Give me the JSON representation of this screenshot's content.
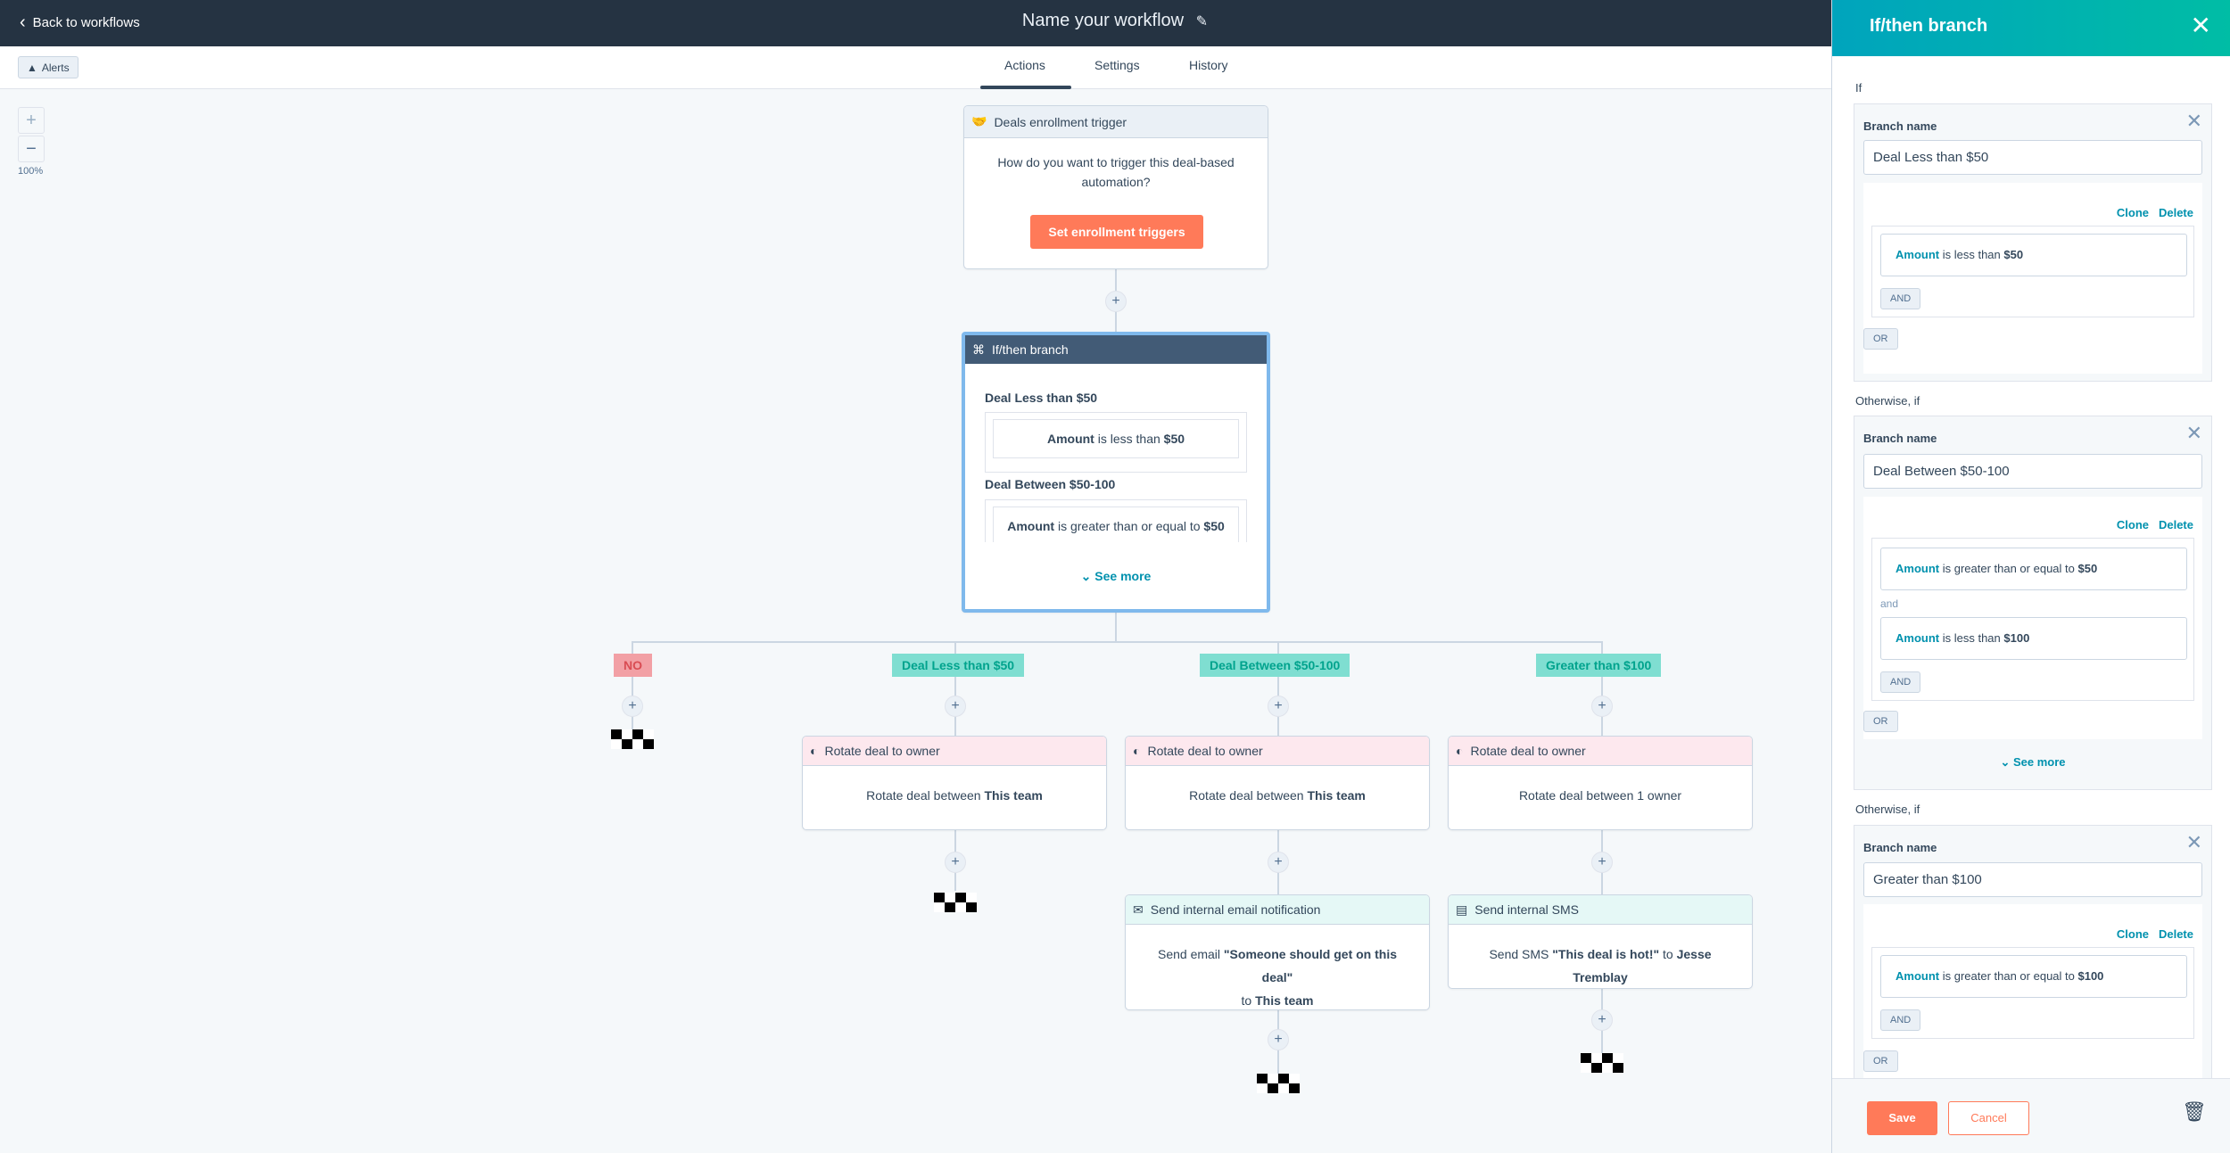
{
  "topbar": {
    "back_label": "Back to workflows",
    "title": "Name your workflow"
  },
  "subnav": {
    "alerts_label": "Alerts",
    "tabs": [
      {
        "label": "Actions",
        "active": true
      },
      {
        "label": "Settings"
      },
      {
        "label": "History"
      }
    ]
  },
  "zoom": {
    "level": "100%"
  },
  "trigger": {
    "title": "Deals enrollment trigger",
    "question": "How do you want to trigger this deal-based automation?",
    "button": "Set enrollment triggers"
  },
  "branch_card": {
    "title": "If/then branch",
    "b1_name": "Deal Less than $50",
    "b1_prop": "Amount",
    "b1_op": " is less than ",
    "b1_val": "$50",
    "b2_name": "Deal Between $50-100",
    "b2_prop": "Amount",
    "b2_op": " is greater than or equal to ",
    "b2_val": "$50",
    "see_more": "See more"
  },
  "branches": [
    {
      "tag": "NO"
    },
    {
      "tag": "Deal Less than $50",
      "action1": {
        "title": "Rotate deal to owner",
        "pre": "Rotate deal between ",
        "bold": "This team"
      }
    },
    {
      "tag": "Deal Between $50-100",
      "action1": {
        "title": "Rotate deal to owner",
        "pre": "Rotate deal between ",
        "bold": "This team"
      },
      "action2": {
        "title": "Send internal email notification",
        "pre": "Send email ",
        "bold": "\"Someone should get on this deal\"",
        "mid": " to ",
        "bold2": "This team"
      }
    },
    {
      "tag": "Greater than $100",
      "action1": {
        "title": "Rotate deal to owner",
        "pre": "Rotate deal between 1 owner",
        "bold": ""
      },
      "action2": {
        "title": "Send internal SMS",
        "pre": "Send SMS ",
        "bold": "\"This deal is hot!\"",
        "mid": " to ",
        "bold2": "Jesse Tremblay"
      }
    }
  ],
  "panel": {
    "title": "If/then branch",
    "if_label": "If",
    "otherwise_label": "Otherwise, if",
    "branch_name_label": "Branch name",
    "clone": "Clone",
    "delete": "Delete",
    "and": "AND",
    "or": "OR",
    "and_sep": "and",
    "see_more": "See more",
    "save": "Save",
    "cancel": "Cancel",
    "b1": {
      "name": "Deal Less than $50",
      "c1": {
        "prop": "Amount",
        "op": " is less than ",
        "val": "$50"
      }
    },
    "b2": {
      "name": "Deal Between $50-100",
      "c1": {
        "prop": "Amount",
        "op": " is greater than or equal to ",
        "val": "$50"
      },
      "c2": {
        "prop": "Amount",
        "op": " is less than ",
        "val": "$100"
      }
    },
    "b3": {
      "name": "Greater than $100",
      "c1": {
        "prop": "Amount",
        "op": " is greater than or equal to ",
        "val": "$100"
      }
    }
  },
  "colors": {
    "topbar": "#253342",
    "accent": "#ff7a59",
    "teal": "#00a4bd",
    "branch_tag": "#7fded1",
    "no_tag": "#f2a0a5",
    "rotate_header": "#fde8ee",
    "notify_header": "#e5f8f6"
  }
}
